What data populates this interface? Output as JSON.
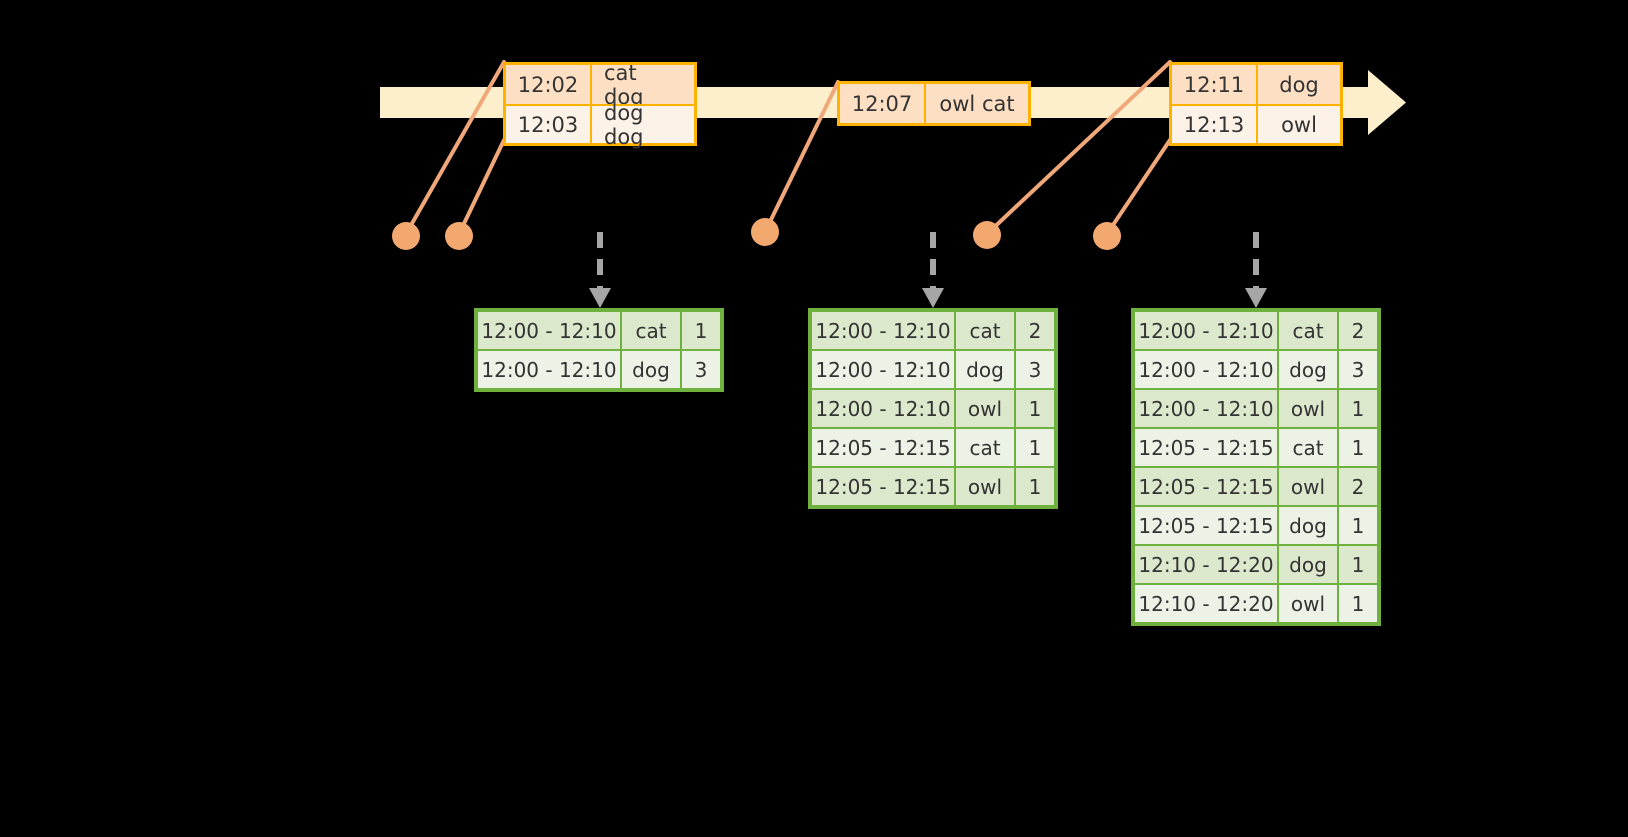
{
  "diagram": {
    "title": "windowed-word-count-timeline",
    "colors": {
      "background": "#000000",
      "timeline_bar": "#FDEFCB",
      "event_border": "#FFB300",
      "event_fill_dark": "#FDE0C4",
      "event_fill_light": "#FDF2E7",
      "table_border": "#6FB13F",
      "table_fill_dark": "#DCE8CC",
      "table_fill_light": "#EDF2E6",
      "connector": "#F0A87A",
      "dot": "#F3A870",
      "arrow_gray": "#A6A6A6"
    }
  },
  "timeline": {
    "name": "event-stream-timeline",
    "arrow_head": "right-arrow"
  },
  "events": [
    {
      "name": "event-box-1",
      "rows": [
        {
          "time": "12:02",
          "words": "cat dog"
        },
        {
          "time": "12:03",
          "words": "dog dog"
        }
      ]
    },
    {
      "name": "event-box-2",
      "rows": [
        {
          "time": "12:07",
          "words": "owl cat"
        }
      ]
    },
    {
      "name": "event-box-3",
      "rows": [
        {
          "time": "12:11",
          "words": "dog"
        },
        {
          "time": "12:13",
          "words": "owl"
        }
      ]
    }
  ],
  "results": [
    {
      "name": "result-table-1",
      "rows": [
        {
          "window": "12:00 - 12:10",
          "word": "cat",
          "count": "1"
        },
        {
          "window": "12:00 - 12:10",
          "word": "dog",
          "count": "3"
        }
      ]
    },
    {
      "name": "result-table-2",
      "rows": [
        {
          "window": "12:00 - 12:10",
          "word": "cat",
          "count": "2"
        },
        {
          "window": "12:00 - 12:10",
          "word": "dog",
          "count": "3"
        },
        {
          "window": "12:00 - 12:10",
          "word": "owl",
          "count": "1"
        },
        {
          "window": "12:05 - 12:15",
          "word": "cat",
          "count": "1"
        },
        {
          "window": "12:05 - 12:15",
          "word": "owl",
          "count": "1"
        }
      ]
    },
    {
      "name": "result-table-3",
      "rows": [
        {
          "window": "12:00 - 12:10",
          "word": "cat",
          "count": "2"
        },
        {
          "window": "12:00 - 12:10",
          "word": "dog",
          "count": "3"
        },
        {
          "window": "12:00 - 12:10",
          "word": "owl",
          "count": "1"
        },
        {
          "window": "12:05 - 12:15",
          "word": "cat",
          "count": "1"
        },
        {
          "window": "12:05 - 12:15",
          "word": "owl",
          "count": "2"
        },
        {
          "window": "12:05 - 12:15",
          "word": "dog",
          "count": "1"
        },
        {
          "window": "12:10 - 12:20",
          "word": "dog",
          "count": "1"
        },
        {
          "window": "12:10 - 12:20",
          "word": "owl",
          "count": "1"
        }
      ]
    }
  ]
}
